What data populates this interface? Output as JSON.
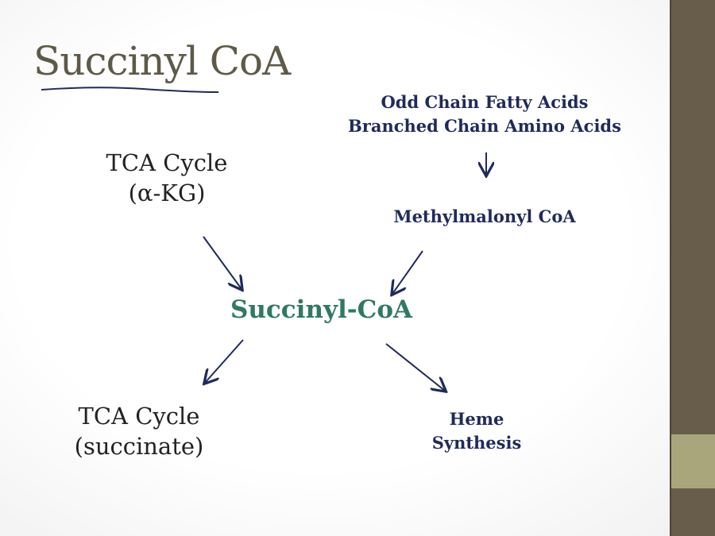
{
  "slide": {
    "title": "Succinyl CoA",
    "tca_top": {
      "line1": "TCA Cycle",
      "line2": "(α-KG)"
    },
    "sources": {
      "line1": "Odd Chain Fatty Acids",
      "line2": "Branched Chain Amino Acids"
    },
    "methylmalonyl": "Methylmalonyl CoA",
    "center": "Succinyl-CoA",
    "tca_bottom": {
      "line1": "TCA Cycle",
      "line2": "(succinate)"
    },
    "heme": {
      "line1": "Heme",
      "line2": "Synthesis"
    },
    "accent_color": "#2f7a5f",
    "arrow_color": "#1f2a5c"
  }
}
